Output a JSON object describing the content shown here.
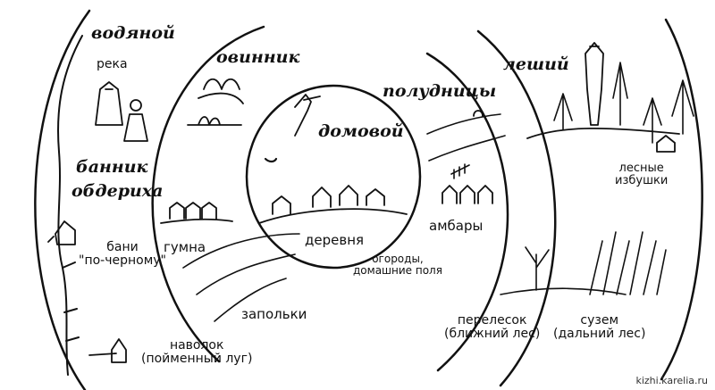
{
  "spirits": {
    "vodyanoy": "водяной",
    "bannik": "банник",
    "obderikha": "обдериха",
    "ovinnik": "овинник",
    "domovoy": "домовой",
    "poludnitsy": "полудницы",
    "leshiy": "леший"
  },
  "places": {
    "reka": "река",
    "bani_1": "бани",
    "bani_2": "\"по-черному\"",
    "gumna": "гумна",
    "derevnya": "деревня",
    "ambary": "амбары",
    "ogorody_1": "огороды,",
    "ogorody_2": "домашние поля",
    "zapolki": "запольки",
    "navolok_1": "наволок",
    "navolok_2": "(пойменный луг)",
    "lesnye_1": "лесные",
    "lesnye_2": "избушки",
    "pereleok_1": "перелесок",
    "pereleok_2": "(ближний лес)",
    "suzem_1": "сузем",
    "suzem_2": "(дальний лес)"
  },
  "watermark": "kizhi.karelia.ru"
}
